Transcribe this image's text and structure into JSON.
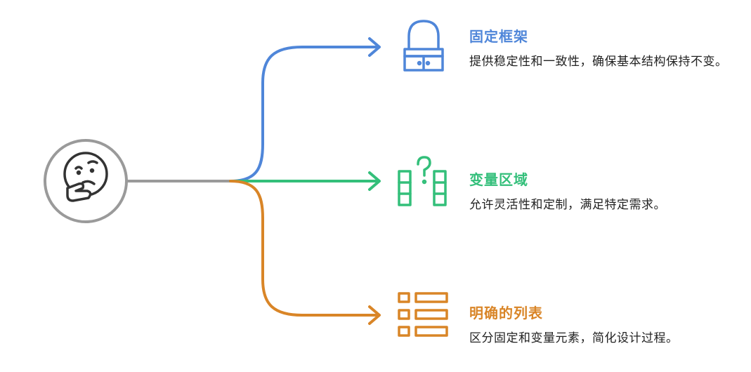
{
  "colors": {
    "blue": "#4f86d9",
    "green": "#33bf7a",
    "orange": "#d98527",
    "gray": "#9a9a9a"
  },
  "center": {
    "icon": "thinking-face-icon"
  },
  "branches": [
    {
      "title": "固定框架",
      "desc": "提供稳定性和一致性，确保基本结构保持不变。",
      "icon": "lock-icon",
      "color": "blue"
    },
    {
      "title": "变量区域",
      "desc": "允许灵活性和定制，满足特定需求。",
      "icon": "question-columns-icon",
      "color": "green"
    },
    {
      "title": "明确的列表",
      "desc": "区分固定和变量元素，简化设计过程。",
      "icon": "list-icon",
      "color": "orange"
    }
  ]
}
